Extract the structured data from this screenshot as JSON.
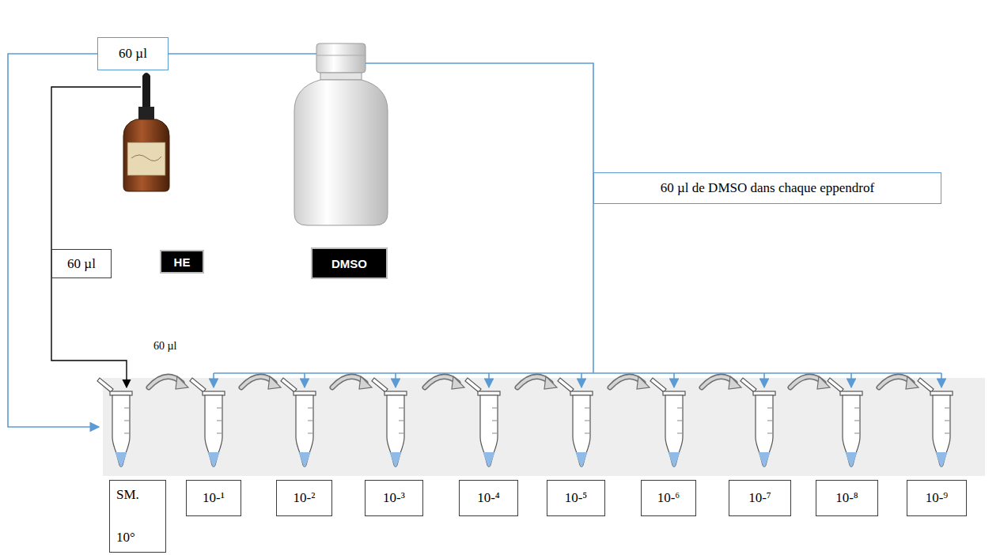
{
  "diagram": {
    "nodes": [
      {
        "text": [
          "60 µl"
        ]
      },
      {
        "text": [
          "60 µl"
        ]
      },
      {
        "text": [
          "HE"
        ]
      },
      {
        "text": [
          "DMSO"
        ]
      },
      {
        "text": [
          "60 µl de DMSO dans chaque eppendrof"
        ]
      },
      {
        "text": [
          "SM.",
          "10°"
        ]
      },
      {
        "text": [
          "10-¹"
        ]
      },
      {
        "text": [
          "10-²"
        ]
      },
      {
        "text": [
          "10-³"
        ]
      },
      {
        "text": [
          "10-⁴"
        ]
      },
      {
        "text": [
          "10-⁵"
        ]
      },
      {
        "text": [
          "10-⁶"
        ]
      },
      {
        "text": [
          "10-⁷"
        ]
      },
      {
        "text": [
          "10-⁸"
        ]
      },
      {
        "text": [
          "10-⁹"
        ]
      }
    ],
    "labels": [
      "60 µl"
    ]
  }
}
